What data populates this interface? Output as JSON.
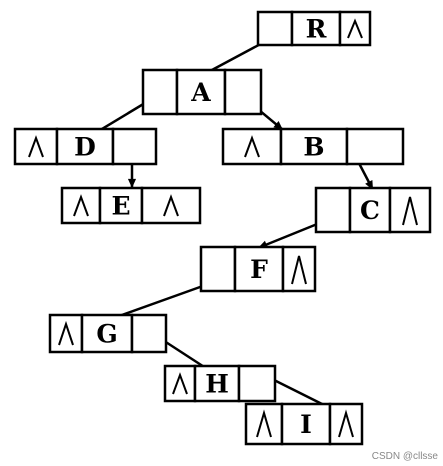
{
  "diagram": {
    "nodes": [
      {
        "id": "R",
        "label": "R",
        "left_null": false,
        "right_null": true
      },
      {
        "id": "A",
        "label": "A",
        "left_null": false,
        "right_null": false
      },
      {
        "id": "D",
        "label": "D",
        "left_null": true,
        "right_null": false
      },
      {
        "id": "B",
        "label": "B",
        "left_null": true,
        "right_null": false
      },
      {
        "id": "E",
        "label": "E",
        "left_null": true,
        "right_null": true
      },
      {
        "id": "C",
        "label": "C",
        "left_null": false,
        "right_null": true
      },
      {
        "id": "F",
        "label": "F",
        "left_null": false,
        "right_null": true
      },
      {
        "id": "G",
        "label": "G",
        "left_null": true,
        "right_null": false
      },
      {
        "id": "H",
        "label": "H",
        "left_null": true,
        "right_null": false
      },
      {
        "id": "I",
        "label": "I",
        "left_null": true,
        "right_null": true
      }
    ],
    "edges": [
      {
        "from": "R",
        "side": "left",
        "to": "A"
      },
      {
        "from": "A",
        "side": "left",
        "to": "D"
      },
      {
        "from": "A",
        "side": "right",
        "to": "B"
      },
      {
        "from": "D",
        "side": "right",
        "to": "E"
      },
      {
        "from": "B",
        "side": "right",
        "to": "C"
      },
      {
        "from": "C",
        "side": "left",
        "to": "F"
      },
      {
        "from": "F",
        "side": "left",
        "to": "G"
      },
      {
        "from": "G",
        "side": "right",
        "to": "H"
      },
      {
        "from": "H",
        "side": "right",
        "to": "I"
      }
    ],
    "null_symbol": "∧"
  },
  "watermark": "CSDN @cllsse"
}
